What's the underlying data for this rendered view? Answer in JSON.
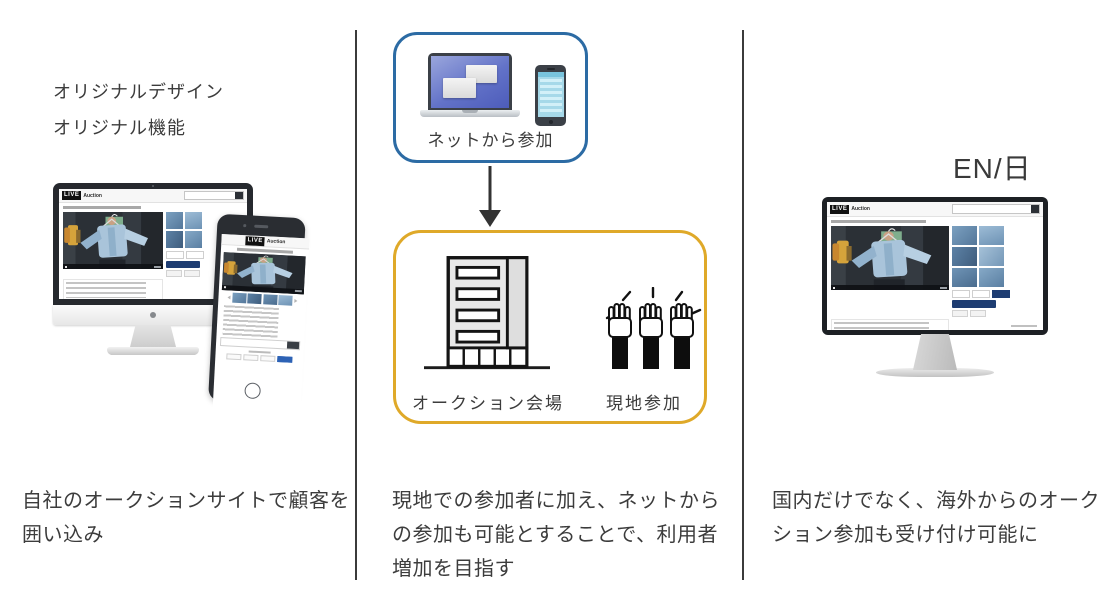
{
  "columns": {
    "left": {
      "heading": [
        "オリジナルデザイン",
        "オリジナル機能"
      ],
      "caption": [
        "自社のオークションサイトで顧客を",
        "囲い込み"
      ]
    },
    "middle": {
      "online_label": "ネットから参加",
      "venue_label": "オークション会場",
      "onsite_label": "現地参加",
      "caption": [
        "現地での参加者に加え、ネットから",
        "の参加も可能とすることで、利用者",
        "増加を目指す"
      ]
    },
    "right": {
      "language_label": "EN/日",
      "caption": [
        "国内だけでなく、海外からのオーク",
        "ション参加も受け付け可能に"
      ]
    }
  },
  "site": {
    "logo": "LIVE",
    "suffix": "Auction"
  },
  "colors": {
    "online_border": "#2c6ba4",
    "venue_border": "#dfa929",
    "arrow": "#333333",
    "text": "#3c3c3c",
    "navy_button": "#1e3d72"
  },
  "icons": [
    "laptop-icon",
    "smartphone-icon",
    "down-arrow-icon",
    "building-icon",
    "raised-hands-icon",
    "search-icon",
    "apple-logo"
  ]
}
